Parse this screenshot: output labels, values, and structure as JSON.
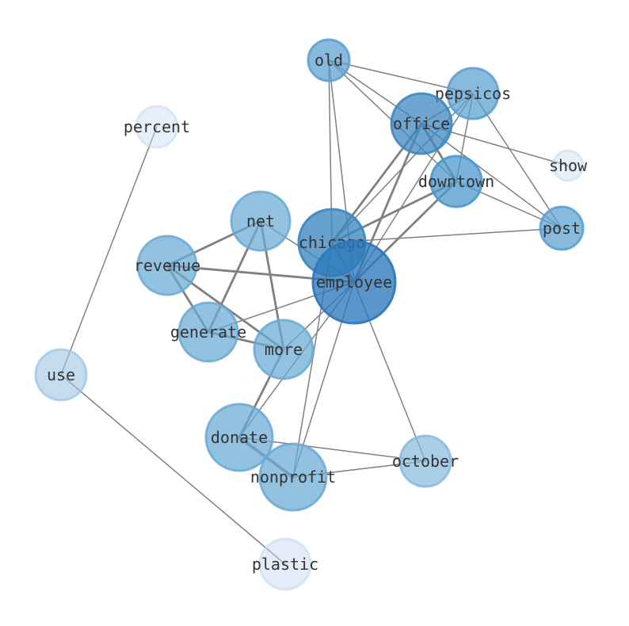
{
  "nodes": [
    {
      "id": "old",
      "label": "old",
      "color": "#5a9fd0",
      "opacity": 0.72
    },
    {
      "id": "pepsicos",
      "label": "pepsicos",
      "color": "#5a9fd0",
      "opacity": 0.72
    },
    {
      "id": "percent",
      "label": "percent",
      "color": "#c9dcf0",
      "opacity": 0.45
    },
    {
      "id": "office",
      "label": "office",
      "color": "#3c88c2",
      "opacity": 0.75
    },
    {
      "id": "show",
      "label": "show",
      "color": "#c9dcf0",
      "opacity": 0.45
    },
    {
      "id": "downtown",
      "label": "downtown",
      "color": "#4d98cc",
      "opacity": 0.75
    },
    {
      "id": "net",
      "label": "net",
      "color": "#6aaad6",
      "opacity": 0.72
    },
    {
      "id": "post",
      "label": "post",
      "color": "#5a9fd0",
      "opacity": 0.72
    },
    {
      "id": "chicago",
      "label": "chicago",
      "color": "#3c88c2",
      "opacity": 0.78
    },
    {
      "id": "revenue",
      "label": "revenue",
      "color": "#6aaad6",
      "opacity": 0.72
    },
    {
      "id": "employee",
      "label": "employee",
      "color": "#2b78bb",
      "opacity": 0.78
    },
    {
      "id": "generate",
      "label": "generate",
      "color": "#6aaad6",
      "opacity": 0.72
    },
    {
      "id": "more",
      "label": "more",
      "color": "#6aaad6",
      "opacity": 0.72
    },
    {
      "id": "use",
      "label": "use",
      "color": "#9dc4e3",
      "opacity": 0.6
    },
    {
      "id": "donate",
      "label": "donate",
      "color": "#6aaad6",
      "opacity": 0.72
    },
    {
      "id": "october",
      "label": "october",
      "color": "#85b8dd",
      "opacity": 0.68
    },
    {
      "id": "nonprofit",
      "label": "nonprofit",
      "color": "#6aaad6",
      "opacity": 0.72
    },
    {
      "id": "plastic",
      "label": "plastic",
      "color": "#c9dcf0",
      "opacity": 0.5
    }
  ],
  "edges": [
    {
      "source": "old",
      "target": "pepsicos",
      "weight": 1
    },
    {
      "source": "old",
      "target": "office",
      "weight": 1
    },
    {
      "source": "old",
      "target": "downtown",
      "weight": 1
    },
    {
      "source": "old",
      "target": "chicago",
      "weight": 1
    },
    {
      "source": "old",
      "target": "employee",
      "weight": 1
    },
    {
      "source": "pepsicos",
      "target": "office",
      "weight": 1
    },
    {
      "source": "pepsicos",
      "target": "downtown",
      "weight": 1
    },
    {
      "source": "pepsicos",
      "target": "post",
      "weight": 1
    },
    {
      "source": "pepsicos",
      "target": "chicago",
      "weight": 1
    },
    {
      "source": "pepsicos",
      "target": "employee",
      "weight": 1
    },
    {
      "source": "office",
      "target": "downtown",
      "weight": 2
    },
    {
      "source": "office",
      "target": "show",
      "weight": 1
    },
    {
      "source": "office",
      "target": "post",
      "weight": 1
    },
    {
      "source": "office",
      "target": "chicago",
      "weight": 2
    },
    {
      "source": "office",
      "target": "employee",
      "weight": 2
    },
    {
      "source": "downtown",
      "target": "post",
      "weight": 1
    },
    {
      "source": "downtown",
      "target": "chicago",
      "weight": 2
    },
    {
      "source": "downtown",
      "target": "employee",
      "weight": 2
    },
    {
      "source": "chicago",
      "target": "post",
      "weight": 1
    },
    {
      "source": "chicago",
      "target": "employee",
      "weight": 2
    },
    {
      "source": "net",
      "target": "revenue",
      "weight": 2
    },
    {
      "source": "net",
      "target": "generate",
      "weight": 2
    },
    {
      "source": "net",
      "target": "more",
      "weight": 2
    },
    {
      "source": "net",
      "target": "employee",
      "weight": 1
    },
    {
      "source": "revenue",
      "target": "employee",
      "weight": 2
    },
    {
      "source": "revenue",
      "target": "generate",
      "weight": 2
    },
    {
      "source": "revenue",
      "target": "more",
      "weight": 2
    },
    {
      "source": "generate",
      "target": "employee",
      "weight": 1
    },
    {
      "source": "generate",
      "target": "more",
      "weight": 2
    },
    {
      "source": "more",
      "target": "employee",
      "weight": 1
    },
    {
      "source": "more",
      "target": "donate",
      "weight": 2
    },
    {
      "source": "donate",
      "target": "employee",
      "weight": 1
    },
    {
      "source": "donate",
      "target": "nonprofit",
      "weight": 3
    },
    {
      "source": "donate",
      "target": "october",
      "weight": 1
    },
    {
      "source": "nonprofit",
      "target": "employee",
      "weight": 1
    },
    {
      "source": "nonprofit",
      "target": "chicago",
      "weight": 1
    },
    {
      "source": "nonprofit",
      "target": "october",
      "weight": 1
    },
    {
      "source": "october",
      "target": "employee",
      "weight": 1
    },
    {
      "source": "percent",
      "target": "use",
      "weight": 1
    },
    {
      "source": "use",
      "target": "plastic",
      "weight": 1
    }
  ]
}
